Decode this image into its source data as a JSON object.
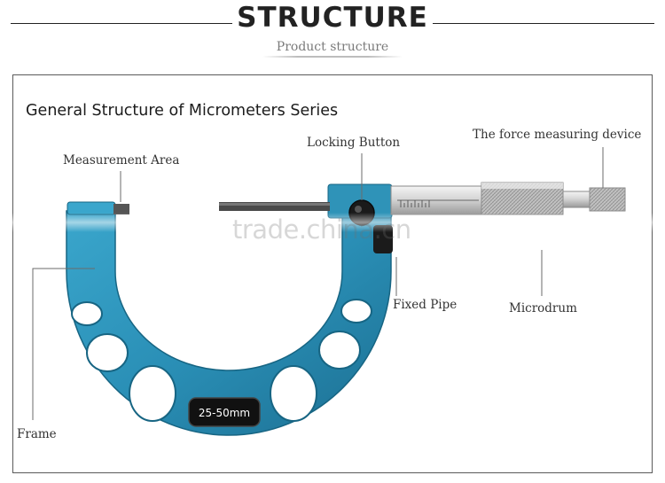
{
  "header": {
    "title": "STRUCTURE",
    "subtitle": "Product structure"
  },
  "panel": {
    "heading": "General Structure of Micrometers Series"
  },
  "labels": {
    "measurement_area": "Measurement Area",
    "locking_button": "Locking Button",
    "force_device": "The force measuring device",
    "fixed_pipe": "Fixed Pipe",
    "microdrum": "Microdrum",
    "frame": "Frame"
  },
  "instrument": {
    "range_plate": "25-50mm",
    "frame_color": "#2f93b8",
    "frame_dark": "#1f6c8c"
  },
  "watermark": "trade.china.cn"
}
